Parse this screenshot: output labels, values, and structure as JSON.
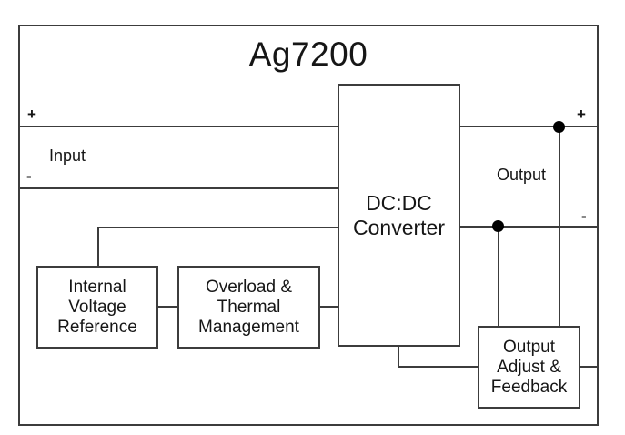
{
  "diagram": {
    "title": "Ag7200",
    "blocks": {
      "dcdc_converter": {
        "label": "DC:DC\nConverter"
      },
      "internal_voltage_reference": {
        "label": "Internal\nVoltage\nReference"
      },
      "overload_thermal_management": {
        "label": "Overload &\nThermal\nManagement"
      },
      "output_adjust_feedback": {
        "label": "Output\nAdjust &\nFeedback"
      }
    },
    "terminals": {
      "input_label": "Input",
      "output_label": "Output",
      "input_plus": "+",
      "input_minus": "-",
      "output_plus": "+",
      "output_minus": "-"
    },
    "colors": {
      "line": "#3c3c3c",
      "text": "#161616",
      "junction": "#000000",
      "background": "#ffffff"
    }
  }
}
